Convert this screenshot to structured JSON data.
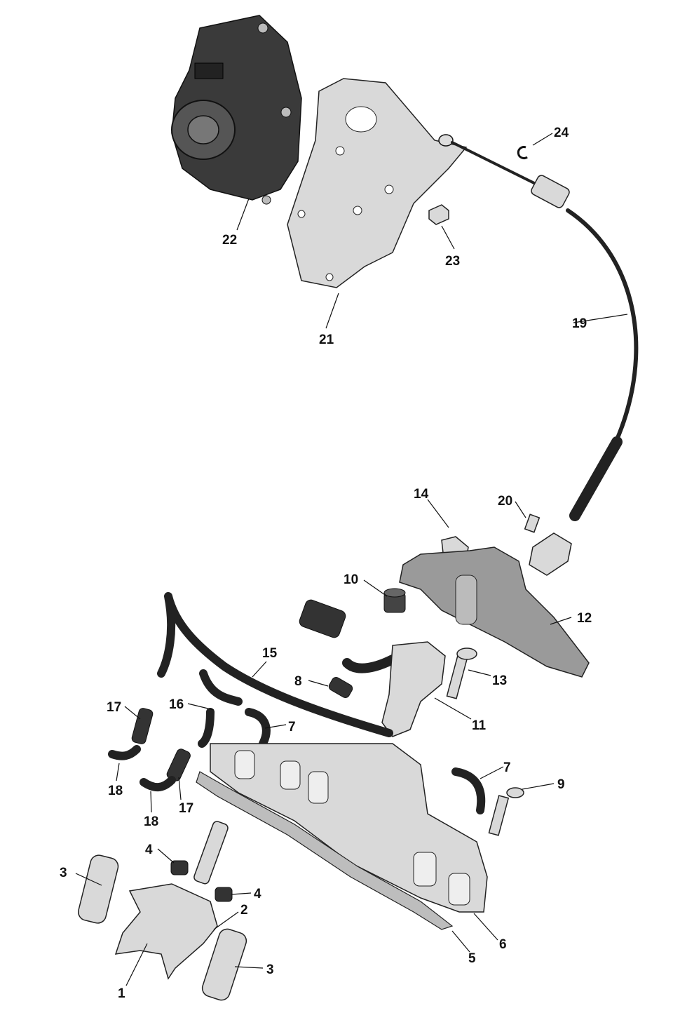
{
  "callouts": [
    {
      "id": "c1",
      "text": "1"
    },
    {
      "id": "c2",
      "text": "2"
    },
    {
      "id": "c3a",
      "text": "3"
    },
    {
      "id": "c3b",
      "text": "3"
    },
    {
      "id": "c4a",
      "text": "4"
    },
    {
      "id": "c4b",
      "text": "4"
    },
    {
      "id": "c5",
      "text": "5"
    },
    {
      "id": "c6",
      "text": "6"
    },
    {
      "id": "c7a",
      "text": "7"
    },
    {
      "id": "c7b",
      "text": "7"
    },
    {
      "id": "c8",
      "text": "8"
    },
    {
      "id": "c9",
      "text": "9"
    },
    {
      "id": "c10",
      "text": "10"
    },
    {
      "id": "c11",
      "text": "11"
    },
    {
      "id": "c12",
      "text": "12"
    },
    {
      "id": "c13",
      "text": "13"
    },
    {
      "id": "c14",
      "text": "14"
    },
    {
      "id": "c15",
      "text": "15"
    },
    {
      "id": "c16",
      "text": "16"
    },
    {
      "id": "c17a",
      "text": "17"
    },
    {
      "id": "c17b",
      "text": "17"
    },
    {
      "id": "c18a",
      "text": "18"
    },
    {
      "id": "c18b",
      "text": "18"
    },
    {
      "id": "c19",
      "text": "19"
    },
    {
      "id": "c20",
      "text": "20"
    },
    {
      "id": "c21",
      "text": "21"
    },
    {
      "id": "c22",
      "text": "22"
    },
    {
      "id": "c23",
      "text": "23"
    },
    {
      "id": "c24",
      "text": "24"
    }
  ]
}
